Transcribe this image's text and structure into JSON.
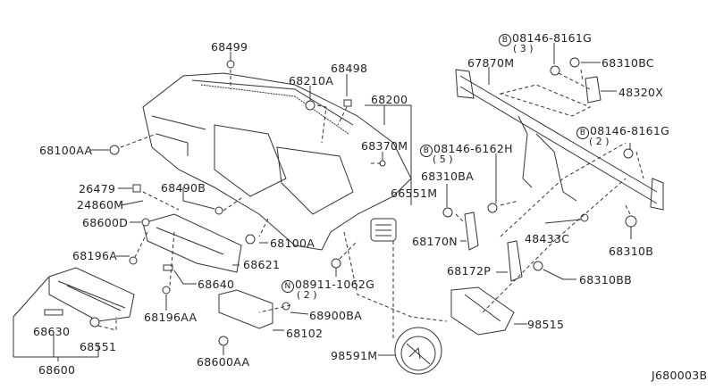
{
  "diagram": {
    "title": "Instrument panel parts diagram",
    "ref_code": "J680003B",
    "parts": [
      {
        "id": "p68499",
        "label": "68499"
      },
      {
        "id": "p68498",
        "label": "68498"
      },
      {
        "id": "p68210A",
        "label": "68210A"
      },
      {
        "id": "p68200",
        "label": "68200"
      },
      {
        "id": "p68370M",
        "label": "68370M"
      },
      {
        "id": "p66551M",
        "label": "66551M"
      },
      {
        "id": "p68100AA",
        "label": "68100AA"
      },
      {
        "id": "p26479",
        "label": "26479"
      },
      {
        "id": "p24860M",
        "label": "24860M"
      },
      {
        "id": "p68490B",
        "label": "68490B"
      },
      {
        "id": "p68600D",
        "label": "68600D"
      },
      {
        "id": "p68196A",
        "label": "68196A"
      },
      {
        "id": "p68100A",
        "label": "68100A"
      },
      {
        "id": "p68621",
        "label": "68621"
      },
      {
        "id": "p68640",
        "label": "68640"
      },
      {
        "id": "p68196AA",
        "label": "68196AA"
      },
      {
        "id": "p68630",
        "label": "68630"
      },
      {
        "id": "p68551",
        "label": "68551"
      },
      {
        "id": "p68600",
        "label": "68600"
      },
      {
        "id": "p08911",
        "prefix": "N",
        "label": "08911-1062G",
        "qty": "( 2 )"
      },
      {
        "id": "p68900BA",
        "label": "68900BA"
      },
      {
        "id": "p68102",
        "label": "68102"
      },
      {
        "id": "p68600AA",
        "label": "68600AA"
      },
      {
        "id": "p98591M",
        "label": "98591M"
      },
      {
        "id": "p08146a",
        "prefix": "B",
        "label": "08146-8161G",
        "qty": "( 3 )"
      },
      {
        "id": "p67870M",
        "label": "67870M"
      },
      {
        "id": "p68310BC",
        "label": "68310BC"
      },
      {
        "id": "p48320X",
        "label": "48320X"
      },
      {
        "id": "p08146b",
        "prefix": "B",
        "label": "08146-8161G",
        "qty": "( 2 )"
      },
      {
        "id": "p08146c",
        "prefix": "B",
        "label": "08146-6162H",
        "qty": "( 5 )"
      },
      {
        "id": "p68310BA",
        "label": "68310BA"
      },
      {
        "id": "p68170N",
        "label": "68170N"
      },
      {
        "id": "p48433C",
        "label": "48433C"
      },
      {
        "id": "p68310B",
        "label": "68310B"
      },
      {
        "id": "p68172P",
        "label": "68172P"
      },
      {
        "id": "p68310BB",
        "label": "68310BB"
      },
      {
        "id": "p98515",
        "label": "98515"
      }
    ]
  }
}
